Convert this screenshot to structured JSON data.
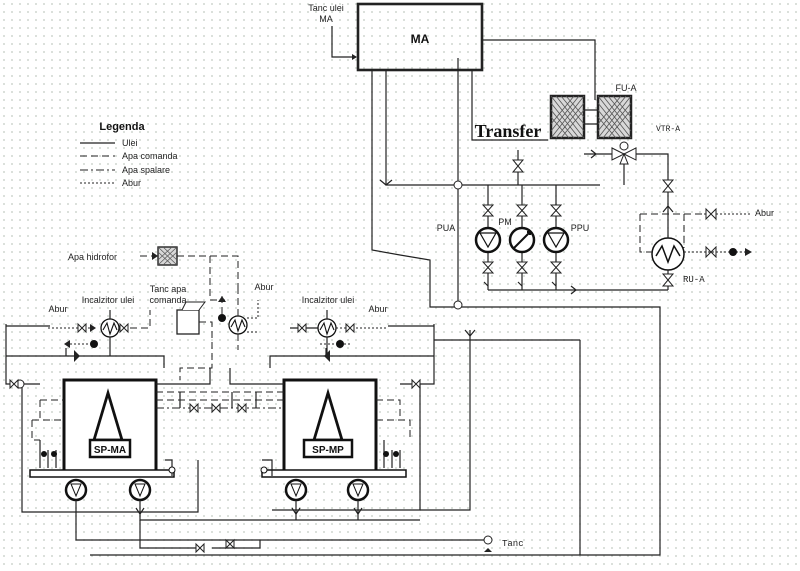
{
  "labels": {
    "tanc_ulei_line1": "Tanc ulei",
    "tanc_ulei_line2": "MA",
    "ma": "MA",
    "fu_a": "FU-A",
    "transfer": "Transfer",
    "vtr_a": "VTR-A",
    "pua": "PUA",
    "pm": "PM",
    "ppu": "PPU",
    "abur_right": "Abur",
    "ru_a": "RU-A",
    "apa_hidrofor": "Apa hidrofor",
    "tanc_apa_line1": "Tanc apa",
    "tanc_apa_line2": "comanda",
    "abur_center": "Abur",
    "abur_left": "Abur",
    "incalzitor_left": "Incalzitor ulei",
    "incalzitor_right": "Incalzitor ulei",
    "abur_mid_right": "Abur",
    "sp_ma": "SP-MA",
    "sp_mp": "SP-MP",
    "tanc_bottom": "Tanc"
  },
  "legend": {
    "title": "Legenda",
    "items": [
      {
        "label": "Ulei",
        "style": "solid"
      },
      {
        "label": "Apa comanda",
        "style": "dashed"
      },
      {
        "label": "Apa spalare",
        "style": "dash-dot"
      },
      {
        "label": "Abur",
        "style": "dotted"
      }
    ]
  }
}
